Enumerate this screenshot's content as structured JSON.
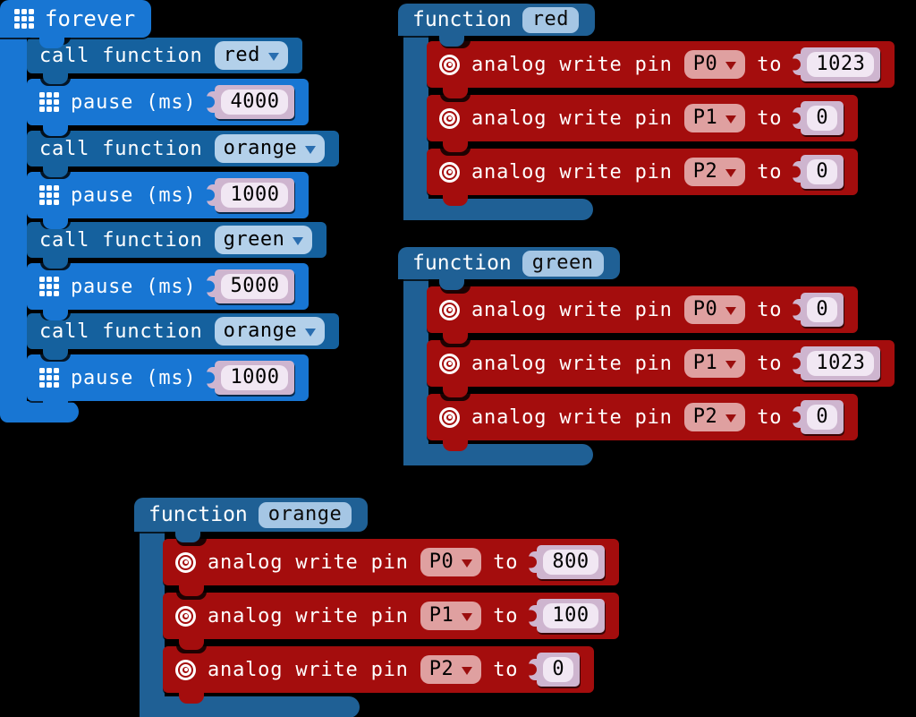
{
  "colors": {
    "background": "#000000",
    "loop_blue": "#1876D3",
    "call_blue": "#15619E",
    "function_blue": "#1F6095",
    "analog_red": "#A40D0D",
    "pin_pill": "#DFA0A0",
    "dropdown_pill": "#B3D0EA",
    "name_pill": "#A5C6E4",
    "socket_outer": "#CEB5CF",
    "socket_inner": "#F1E7F3"
  },
  "forever": {
    "title": "forever",
    "rows": [
      {
        "label": "call function",
        "value": "red"
      },
      {
        "label": "pause (ms)",
        "value": "4000"
      },
      {
        "label": "call function",
        "value": "orange"
      },
      {
        "label": "pause (ms)",
        "value": "1000"
      },
      {
        "label": "call function",
        "value": "green"
      },
      {
        "label": "pause (ms)",
        "value": "5000"
      },
      {
        "label": "call function",
        "value": "orange"
      },
      {
        "label": "pause (ms)",
        "value": "1000"
      }
    ]
  },
  "functions": [
    {
      "keyword": "function",
      "name": "red",
      "rows": [
        {
          "label": "analog write pin",
          "pin": "P0",
          "to": "to",
          "value": "1023"
        },
        {
          "label": "analog write pin",
          "pin": "P1",
          "to": "to",
          "value": "0"
        },
        {
          "label": "analog write pin",
          "pin": "P2",
          "to": "to",
          "value": "0"
        }
      ]
    },
    {
      "keyword": "function",
      "name": "green",
      "rows": [
        {
          "label": "analog write pin",
          "pin": "P0",
          "to": "to",
          "value": "0"
        },
        {
          "label": "analog write pin",
          "pin": "P1",
          "to": "to",
          "value": "1023"
        },
        {
          "label": "analog write pin",
          "pin": "P2",
          "to": "to",
          "value": "0"
        }
      ]
    },
    {
      "keyword": "function",
      "name": "orange",
      "rows": [
        {
          "label": "analog write pin",
          "pin": "P0",
          "to": "to",
          "value": "800"
        },
        {
          "label": "analog write pin",
          "pin": "P1",
          "to": "to",
          "value": "100"
        },
        {
          "label": "analog write pin",
          "pin": "P2",
          "to": "to",
          "value": "0"
        }
      ]
    }
  ]
}
